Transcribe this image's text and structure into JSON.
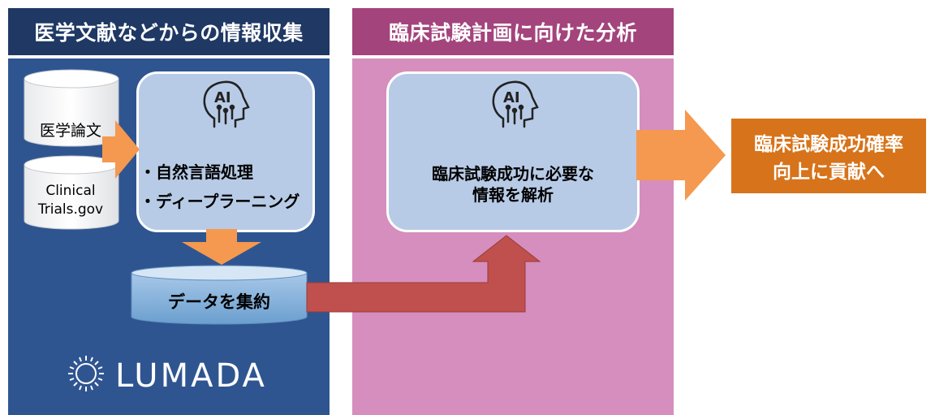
{
  "left_section": {
    "header": "医学文献などからの情報収集",
    "sources": [
      "医学論文",
      "Clinical",
      "Trials.gov"
    ],
    "ai_label": "AI",
    "methods": [
      "・自然言語処理",
      "・ディープラーニング"
    ],
    "aggregate_label": "データを集約",
    "logo_text": "LUMADA"
  },
  "right_section": {
    "header": "臨床試験計画に向けた分析",
    "ai_label": "AI",
    "analysis_lines": [
      "臨床試験成功に必要な",
      "情報を解析"
    ]
  },
  "result": {
    "lines": [
      "臨床試験成功確率",
      "向上に貢献へ"
    ]
  },
  "colors": {
    "left_header": "#1f3864",
    "left_panel": "#2f5591",
    "right_header": "#a3447c",
    "right_panel": "#d58ebd",
    "ai_box": "#b8cbe6",
    "orange_arrow": "#f4994f",
    "red_arrow": "#c0504d",
    "result_box": "#d7731a"
  }
}
